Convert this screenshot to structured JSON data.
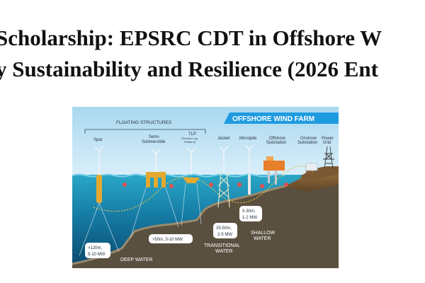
{
  "headline": {
    "line1": "Scholarship: EPSRC CDT in Offshore W",
    "line2": "y Sustainability and Resilience (2026 Ent"
  },
  "diagram": {
    "banner": "OFFSHORE WIND FARM",
    "group_label": "FLOATING STRUCTURES",
    "labels": {
      "spar": "Spar",
      "semi_1": "Semi-",
      "semi_2": "Submersible",
      "tlp": "TLP",
      "tlp_sub_1": "(Tension Leg",
      "tlp_sub_2": "Platform)",
      "jacket": "Jacket",
      "monopile": "Monopile",
      "offshore_sub_1": "Offshore",
      "offshore_sub_2": "Substation",
      "onshore_sub_1": "Onshore",
      "onshore_sub_2": "Substation",
      "grid_1": "Power",
      "grid_2": "Grid"
    },
    "depth_boxes": {
      "deep_1": ">120m,",
      "deep_2": "5-10 MW",
      "floating": ">50m,  5-10 MW",
      "transitional_1": "25-50m,",
      "transitional_2": "2-5 MW",
      "shallow_1": "0-30m,",
      "shallow_2": "1-2 MW"
    },
    "zones": {
      "deep": "DEEP WATER",
      "transitional_1": "TRANSITIONAL",
      "transitional_2": "WATER",
      "shallow_1": "SHALLOW",
      "shallow_2": "WATER"
    },
    "colors": {
      "sky": "#bfe2f5",
      "banner": "#1f9be0",
      "sea_top": "#2aa7c8",
      "sea_bottom": "#0b4f74",
      "seabed": "#7a6a55",
      "land": "#8a6a3f",
      "buoy": "#e4a92e",
      "platform": "#e87f2a"
    }
  }
}
